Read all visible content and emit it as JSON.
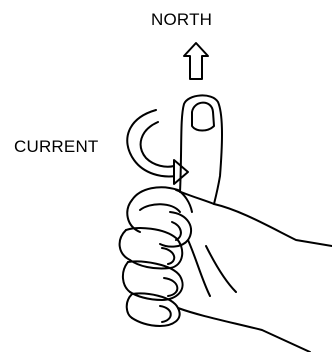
{
  "labels": {
    "north": "NORTH",
    "current": "CURRENT"
  },
  "colors": {
    "ink": "#000000",
    "paper": "#ffffff"
  },
  "icons": {
    "direction_arrow": "up-arrow-icon",
    "rotation_arrow": "curved-arrow-icon",
    "hand": "thumbs-up-hand"
  }
}
